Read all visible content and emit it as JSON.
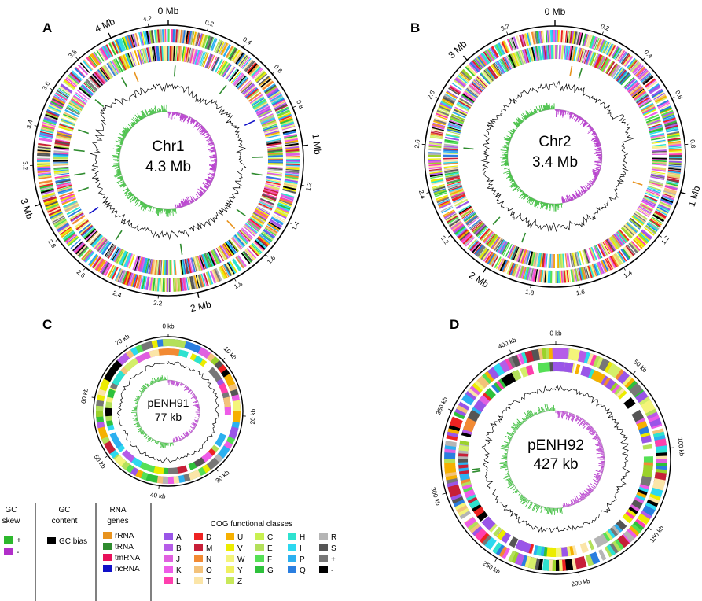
{
  "colors": {
    "gc_skew_plus": "#2db82d",
    "gc_skew_minus": "#b12fc9",
    "gc_content": "#000000",
    "rRNA": "#e8931e",
    "tRNA": "#2e8b2e",
    "tmRNA": "#e8105a",
    "ncRNA": "#1010c8",
    "cog_palette": [
      "#9a55e8",
      "#b55ce8",
      "#e060e0",
      "#ee5ce8",
      "#ff3fae",
      "#ee2222",
      "#c71f38",
      "#f28a33",
      "#f3c27a",
      "#fbe5a8",
      "#f6b000",
      "#ecec00",
      "#f4f47a",
      "#d4ee6a",
      "#b3e05a",
      "#9bd22a",
      "#55e055",
      "#2ec13b",
      "#2ee2d0",
      "#2cd8f0",
      "#2cb0f0",
      "#2a7ee0",
      "#b5b5b5",
      "#555555",
      "#777777",
      "#000000"
    ]
  },
  "panels": [
    {
      "letter": "A",
      "center_name": "Chr1",
      "center_size": "4.3 Mb",
      "size_mb": 4.3,
      "major_ticks": [
        {
          "pos": 0,
          "label": "0 Mb"
        },
        {
          "pos": 1,
          "label": "1 Mb"
        },
        {
          "pos": 2,
          "label": "2 Mb"
        },
        {
          "pos": 3,
          "label": "3 Mb"
        },
        {
          "pos": 4,
          "label": "4 Mb"
        }
      ],
      "minor_ticks": [
        {
          "pos": 0.2,
          "label": "0.2"
        },
        {
          "pos": 0.4,
          "label": "0.4"
        },
        {
          "pos": 0.6,
          "label": "0.6"
        },
        {
          "pos": 0.8,
          "label": "0.8"
        },
        {
          "pos": 1.2,
          "label": "1.2"
        },
        {
          "pos": 1.4,
          "label": "1.4"
        },
        {
          "pos": 1.6,
          "label": "1.6"
        },
        {
          "pos": 1.8,
          "label": "1.8"
        },
        {
          "pos": 2.2,
          "label": "2.2"
        },
        {
          "pos": 2.4,
          "label": "2.4"
        },
        {
          "pos": 2.6,
          "label": "2.6"
        },
        {
          "pos": 2.8,
          "label": "2.8"
        },
        {
          "pos": 3.2,
          "label": "3.2"
        },
        {
          "pos": 3.4,
          "label": "3.4"
        },
        {
          "pos": 3.6,
          "label": "3.6"
        },
        {
          "pos": 3.8,
          "label": "3.8"
        },
        {
          "pos": 4.2,
          "label": "4.2"
        }
      ],
      "rna_genes": [
        {
          "pos": 0.05,
          "type": "tRNA"
        },
        {
          "pos": 0.45,
          "type": "tRNA"
        },
        {
          "pos": 0.78,
          "type": "ncRNA"
        },
        {
          "pos": 1.05,
          "type": "tRNA"
        },
        {
          "pos": 1.18,
          "type": "tRNA"
        },
        {
          "pos": 1.5,
          "type": "tRNA"
        },
        {
          "pos": 1.62,
          "type": "rRNA"
        },
        {
          "pos": 2.05,
          "type": "tRNA"
        },
        {
          "pos": 2.55,
          "type": "tRNA"
        },
        {
          "pos": 2.82,
          "type": "ncRNA"
        },
        {
          "pos": 3.0,
          "type": "tRNA"
        },
        {
          "pos": 3.12,
          "type": "tRNA"
        },
        {
          "pos": 3.3,
          "type": "tRNA"
        },
        {
          "pos": 3.45,
          "type": "tRNA"
        },
        {
          "pos": 3.7,
          "type": "tRNA"
        },
        {
          "pos": 3.95,
          "type": "tRNA"
        },
        {
          "pos": 4.05,
          "type": "rRNA"
        }
      ]
    },
    {
      "letter": "B",
      "center_name": "Chr2",
      "center_size": "3.4 Mb",
      "size_mb": 3.4,
      "major_ticks": [
        {
          "pos": 0,
          "label": "0 Mb"
        },
        {
          "pos": 1,
          "label": "1 Mb"
        },
        {
          "pos": 2,
          "label": "2 Mb"
        },
        {
          "pos": 3,
          "label": "3 Mb"
        }
      ],
      "minor_ticks": [
        {
          "pos": 0.2,
          "label": "0.2"
        },
        {
          "pos": 0.4,
          "label": "0.4"
        },
        {
          "pos": 0.6,
          "label": "0.6"
        },
        {
          "pos": 0.8,
          "label": "0.8"
        },
        {
          "pos": 1.2,
          "label": "1.2"
        },
        {
          "pos": 1.4,
          "label": "1.4"
        },
        {
          "pos": 1.6,
          "label": "1.6"
        },
        {
          "pos": 1.8,
          "label": "1.8"
        },
        {
          "pos": 2.2,
          "label": "2.2"
        },
        {
          "pos": 2.4,
          "label": "2.4"
        },
        {
          "pos": 2.6,
          "label": "2.6"
        },
        {
          "pos": 2.8,
          "label": "2.8"
        },
        {
          "pos": 3.2,
          "label": "3.2"
        }
      ],
      "rna_genes": [
        {
          "pos": 0.1,
          "type": "rRNA"
        },
        {
          "pos": 0.16,
          "type": "tRNA"
        },
        {
          "pos": 1.02,
          "type": "rRNA"
        },
        {
          "pos": 1.9,
          "type": "tRNA"
        },
        {
          "pos": 2.1,
          "type": "tRNA"
        },
        {
          "pos": 2.6,
          "type": "tRNA"
        }
      ]
    },
    {
      "letter": "C",
      "center_name": "pENH91",
      "center_size": "77 kb",
      "size_kb": 77,
      "major_ticks": [
        {
          "pos": 0,
          "label": "0 kb"
        },
        {
          "pos": 10,
          "label": "10 kb"
        },
        {
          "pos": 20,
          "label": "20 kb"
        },
        {
          "pos": 30,
          "label": "30 kb"
        },
        {
          "pos": 40,
          "label": "40 kb"
        },
        {
          "pos": 50,
          "label": "50 kb"
        },
        {
          "pos": 60,
          "label": "60 kb"
        },
        {
          "pos": 70,
          "label": "70 kb"
        }
      ]
    },
    {
      "letter": "D",
      "center_name": "pENH92",
      "center_size": "427 kb",
      "size_kb": 427,
      "major_ticks": [
        {
          "pos": 0,
          "label": "0 kb"
        },
        {
          "pos": 50,
          "label": "50 kb"
        },
        {
          "pos": 100,
          "label": "100 kb"
        },
        {
          "pos": 150,
          "label": "150 kb"
        },
        {
          "pos": 200,
          "label": "200 kb"
        },
        {
          "pos": 250,
          "label": "250 kb"
        },
        {
          "pos": 300,
          "label": "300 kb"
        },
        {
          "pos": 350,
          "label": "350 kb"
        },
        {
          "pos": 400,
          "label": "400 kb"
        }
      ],
      "rna_genes": [
        {
          "pos": 310,
          "type": "tRNA"
        },
        {
          "pos": 312,
          "type": "tRNA"
        }
      ]
    }
  ],
  "legend": {
    "gc_skew": {
      "heading_line1": "GC",
      "heading_line2": "skew",
      "plus": "+",
      "minus": "-"
    },
    "gc_content": {
      "heading_line1": "GC",
      "heading_line2": "content",
      "item": "GC bias"
    },
    "rna_genes": {
      "heading_line1": "RNA",
      "heading_line2": "genes",
      "items": [
        "rRNA",
        "tRNA",
        "tmRNA",
        "ncRNA"
      ]
    },
    "cog": {
      "heading": "COG functional classes",
      "columns": [
        [
          {
            "label": "A",
            "color": "#9a55e8"
          },
          {
            "label": "B",
            "color": "#b55ce8"
          },
          {
            "label": "J",
            "color": "#e060e0"
          },
          {
            "label": "K",
            "color": "#ee5ce8"
          },
          {
            "label": "L",
            "color": "#ff3fae"
          }
        ],
        [
          {
            "label": "D",
            "color": "#ee2222"
          },
          {
            "label": "M",
            "color": "#c71f38"
          },
          {
            "label": "N",
            "color": "#f28a33"
          },
          {
            "label": "O",
            "color": "#f3c27a"
          },
          {
            "label": "T",
            "color": "#fbe5a8"
          }
        ],
        [
          {
            "label": "U",
            "color": "#f6b000"
          },
          {
            "label": "V",
            "color": "#ecec00"
          },
          {
            "label": "W",
            "color": "#f4f47a"
          },
          {
            "label": "Y",
            "color": "#f0f060"
          },
          {
            "label": "Z",
            "color": "#c8e85a"
          }
        ],
        [
          {
            "label": "C",
            "color": "#c8f050"
          },
          {
            "label": "E",
            "color": "#b3e05a"
          },
          {
            "label": "F",
            "color": "#55e055"
          },
          {
            "label": "G",
            "color": "#2ec13b"
          }
        ],
        [
          {
            "label": "H",
            "color": "#2ee2d0"
          },
          {
            "label": "I",
            "color": "#2cd8f0"
          },
          {
            "label": "P",
            "color": "#2cb0f0"
          },
          {
            "label": "Q",
            "color": "#2a7ee0"
          }
        ],
        [
          {
            "label": "R",
            "color": "#b5b5b5"
          },
          {
            "label": "S",
            "color": "#555555"
          },
          {
            "label": "+",
            "color": "#777777"
          },
          {
            "label": "-",
            "color": "#000000"
          }
        ]
      ]
    }
  }
}
